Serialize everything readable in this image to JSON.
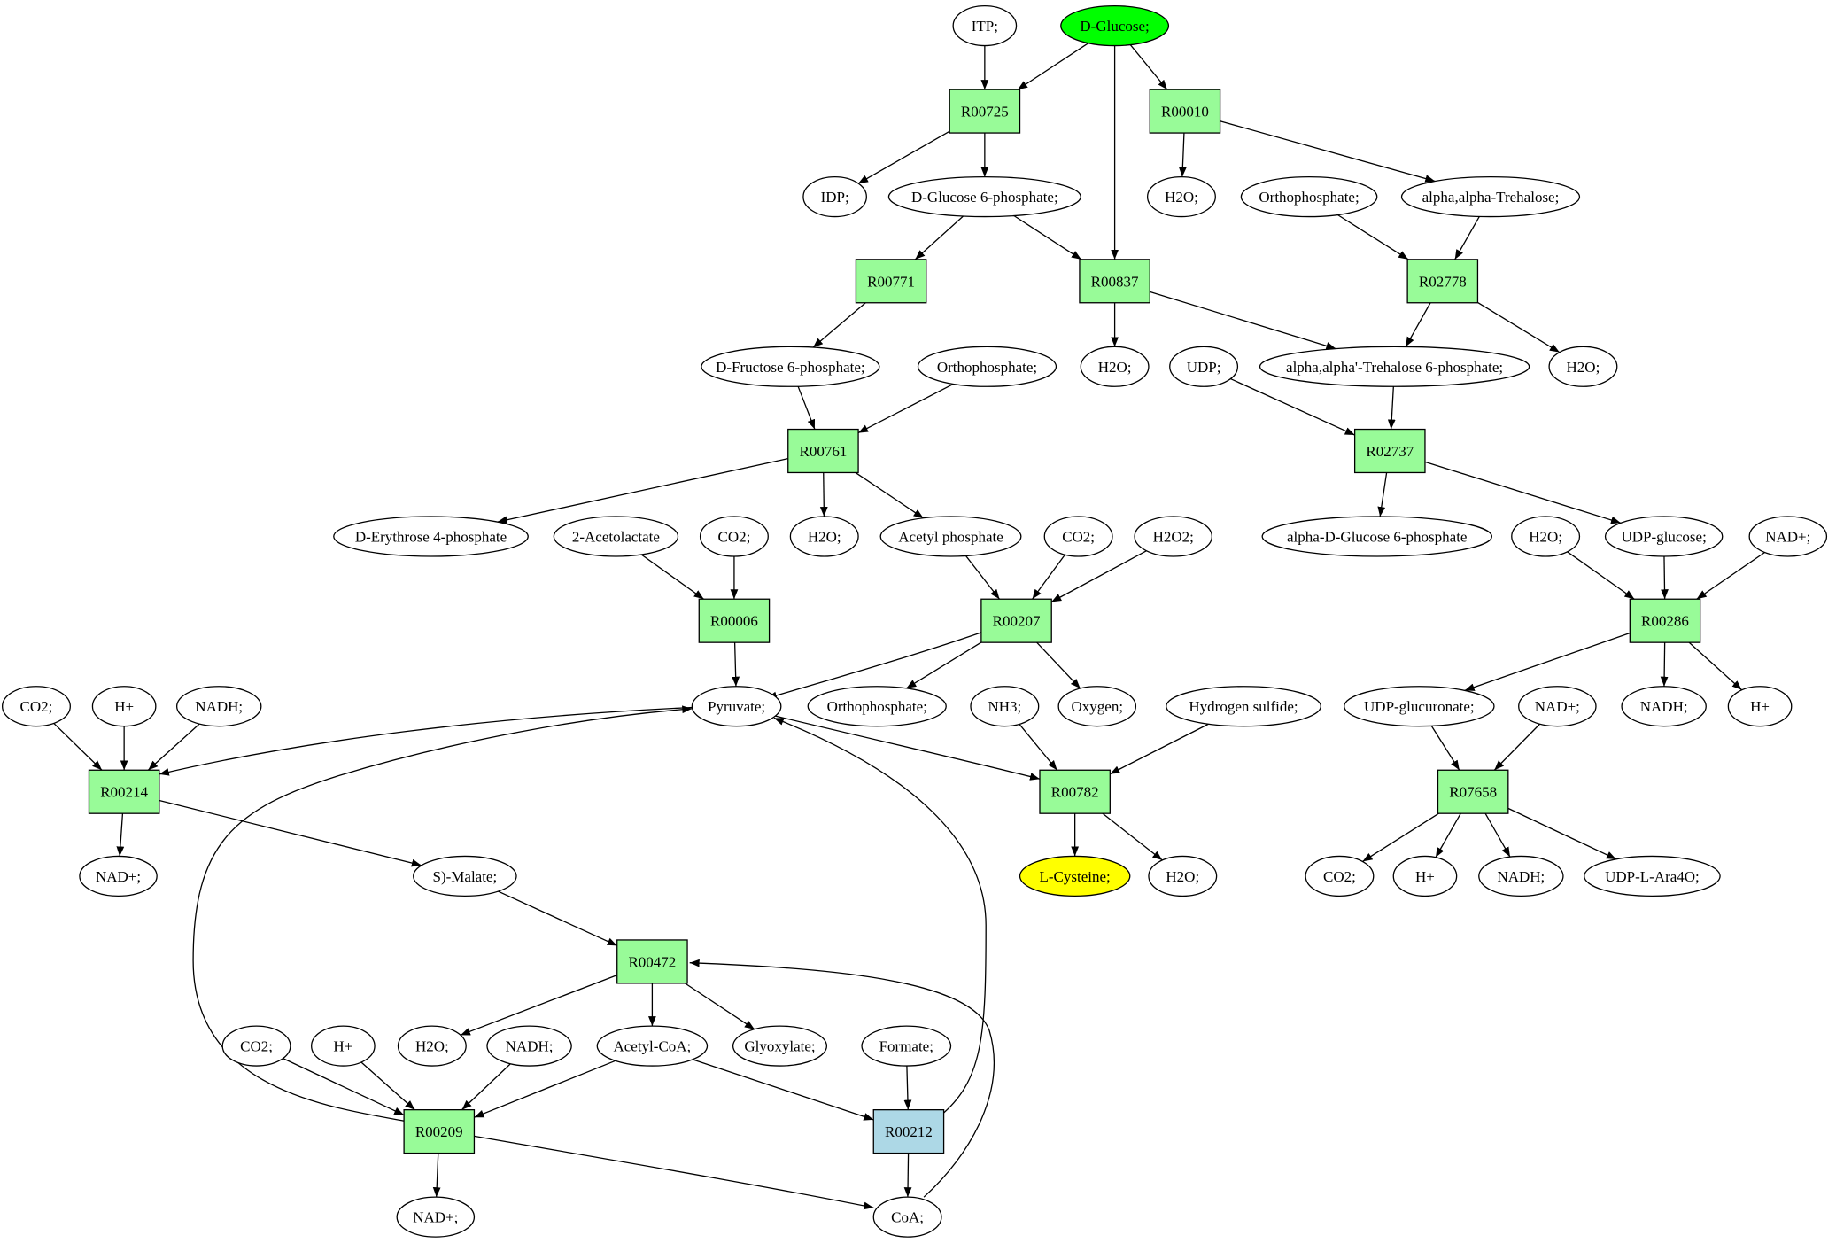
{
  "colors": {
    "compound": "#ffffff",
    "reaction": "#98fb98",
    "reaction_highlight": "#add8e6",
    "source": "#00ff00",
    "target": "#ffff00"
  },
  "nodes": [
    {
      "id": "itp",
      "label": "ITP;",
      "kind": "compound"
    },
    {
      "id": "dglc",
      "label": "D-Glucose;",
      "kind": "source"
    },
    {
      "id": "r00725",
      "label": "R00725",
      "kind": "reaction"
    },
    {
      "id": "r00010",
      "label": "R00010",
      "kind": "reaction"
    },
    {
      "id": "idp",
      "label": "IDP;",
      "kind": "compound"
    },
    {
      "id": "g6p",
      "label": "D-Glucose 6-phosphate;",
      "kind": "compound"
    },
    {
      "id": "h2o_a",
      "label": "H2O;",
      "kind": "compound"
    },
    {
      "id": "pi_a",
      "label": "Orthophosphate;",
      "kind": "compound"
    },
    {
      "id": "tre",
      "label": "alpha,alpha-Trehalose;",
      "kind": "compound"
    },
    {
      "id": "r00771",
      "label": "R00771",
      "kind": "reaction"
    },
    {
      "id": "r00837",
      "label": "R00837",
      "kind": "reaction"
    },
    {
      "id": "r02778",
      "label": "R02778",
      "kind": "reaction"
    },
    {
      "id": "f6p",
      "label": "D-Fructose 6-phosphate;",
      "kind": "compound"
    },
    {
      "id": "pi_b",
      "label": "Orthophosphate;",
      "kind": "compound"
    },
    {
      "id": "h2o_b",
      "label": "H2O;",
      "kind": "compound"
    },
    {
      "id": "udp",
      "label": "UDP;",
      "kind": "compound"
    },
    {
      "id": "t6p",
      "label": "alpha,alpha'-Trehalose 6-phosphate;",
      "kind": "compound"
    },
    {
      "id": "h2o_c",
      "label": "H2O;",
      "kind": "compound"
    },
    {
      "id": "r00761",
      "label": "R00761",
      "kind": "reaction"
    },
    {
      "id": "r02737",
      "label": "R02737",
      "kind": "reaction"
    },
    {
      "id": "e4p",
      "label": "D-Erythrose 4-phosphate",
      "kind": "compound"
    },
    {
      "id": "acl",
      "label": "2-Acetolactate",
      "kind": "compound"
    },
    {
      "id": "co2_a",
      "label": "CO2;",
      "kind": "compound"
    },
    {
      "id": "h2o_d",
      "label": "H2O;",
      "kind": "compound"
    },
    {
      "id": "acp",
      "label": "Acetyl phosphate",
      "kind": "compound"
    },
    {
      "id": "co2_b",
      "label": "CO2;",
      "kind": "compound"
    },
    {
      "id": "h2o2",
      "label": "H2O2;",
      "kind": "compound"
    },
    {
      "id": "ag6p",
      "label": "alpha-D-Glucose 6-phosphate",
      "kind": "compound"
    },
    {
      "id": "h2o_e",
      "label": "H2O;",
      "kind": "compound"
    },
    {
      "id": "udpg",
      "label": "UDP-glucose;",
      "kind": "compound"
    },
    {
      "id": "nadp_a",
      "label": "NAD+;",
      "kind": "compound"
    },
    {
      "id": "r00006",
      "label": "R00006",
      "kind": "reaction"
    },
    {
      "id": "r00207",
      "label": "R00207",
      "kind": "reaction"
    },
    {
      "id": "r00286",
      "label": "R00286",
      "kind": "reaction"
    },
    {
      "id": "co2_c",
      "label": "CO2;",
      "kind": "compound"
    },
    {
      "id": "hp_a",
      "label": "H+",
      "kind": "compound"
    },
    {
      "id": "nadh_a",
      "label": "NADH;",
      "kind": "compound"
    },
    {
      "id": "pyr",
      "label": "Pyruvate;",
      "kind": "compound"
    },
    {
      "id": "pi_c",
      "label": "Orthophosphate;",
      "kind": "compound"
    },
    {
      "id": "nh3",
      "label": "NH3;",
      "kind": "compound"
    },
    {
      "id": "o2",
      "label": "Oxygen;",
      "kind": "compound"
    },
    {
      "id": "h2s",
      "label": "Hydrogen sulfide;",
      "kind": "compound"
    },
    {
      "id": "udpgluc",
      "label": "UDP-glucuronate;",
      "kind": "compound"
    },
    {
      "id": "nadp_b",
      "label": "NAD+;",
      "kind": "compound"
    },
    {
      "id": "nadh_b",
      "label": "NADH;",
      "kind": "compound"
    },
    {
      "id": "hp_b",
      "label": "H+",
      "kind": "compound"
    },
    {
      "id": "r00214",
      "label": "R00214",
      "kind": "reaction"
    },
    {
      "id": "r00782",
      "label": "R00782",
      "kind": "reaction"
    },
    {
      "id": "r07658",
      "label": "R07658",
      "kind": "reaction"
    },
    {
      "id": "nadp_c",
      "label": "NAD+;",
      "kind": "compound"
    },
    {
      "id": "mal",
      "label": "S)-Malate;",
      "kind": "compound"
    },
    {
      "id": "cys",
      "label": "L-Cysteine;",
      "kind": "target"
    },
    {
      "id": "h2o_f",
      "label": "H2O;",
      "kind": "compound"
    },
    {
      "id": "co2_d",
      "label": "CO2;",
      "kind": "compound"
    },
    {
      "id": "hp_c",
      "label": "H+",
      "kind": "compound"
    },
    {
      "id": "nadh_c",
      "label": "NADH;",
      "kind": "compound"
    },
    {
      "id": "udpara",
      "label": "UDP-L-Ara4O;",
      "kind": "compound"
    },
    {
      "id": "r00472",
      "label": "R00472",
      "kind": "reaction"
    },
    {
      "id": "co2_e",
      "label": "CO2;",
      "kind": "compound"
    },
    {
      "id": "hp_d",
      "label": "H+",
      "kind": "compound"
    },
    {
      "id": "h2o_g",
      "label": "H2O;",
      "kind": "compound"
    },
    {
      "id": "nadh_d",
      "label": "NADH;",
      "kind": "compound"
    },
    {
      "id": "accoa",
      "label": "Acetyl-CoA;",
      "kind": "compound"
    },
    {
      "id": "glx",
      "label": "Glyoxylate;",
      "kind": "compound"
    },
    {
      "id": "fmt",
      "label": "Formate;",
      "kind": "compound"
    },
    {
      "id": "r00209",
      "label": "R00209",
      "kind": "reaction"
    },
    {
      "id": "r00212",
      "label": "R00212",
      "kind": "reaction_highlight"
    },
    {
      "id": "nadp_d",
      "label": "NAD+;",
      "kind": "compound"
    },
    {
      "id": "coa",
      "label": "CoA;",
      "kind": "compound"
    }
  ]
}
